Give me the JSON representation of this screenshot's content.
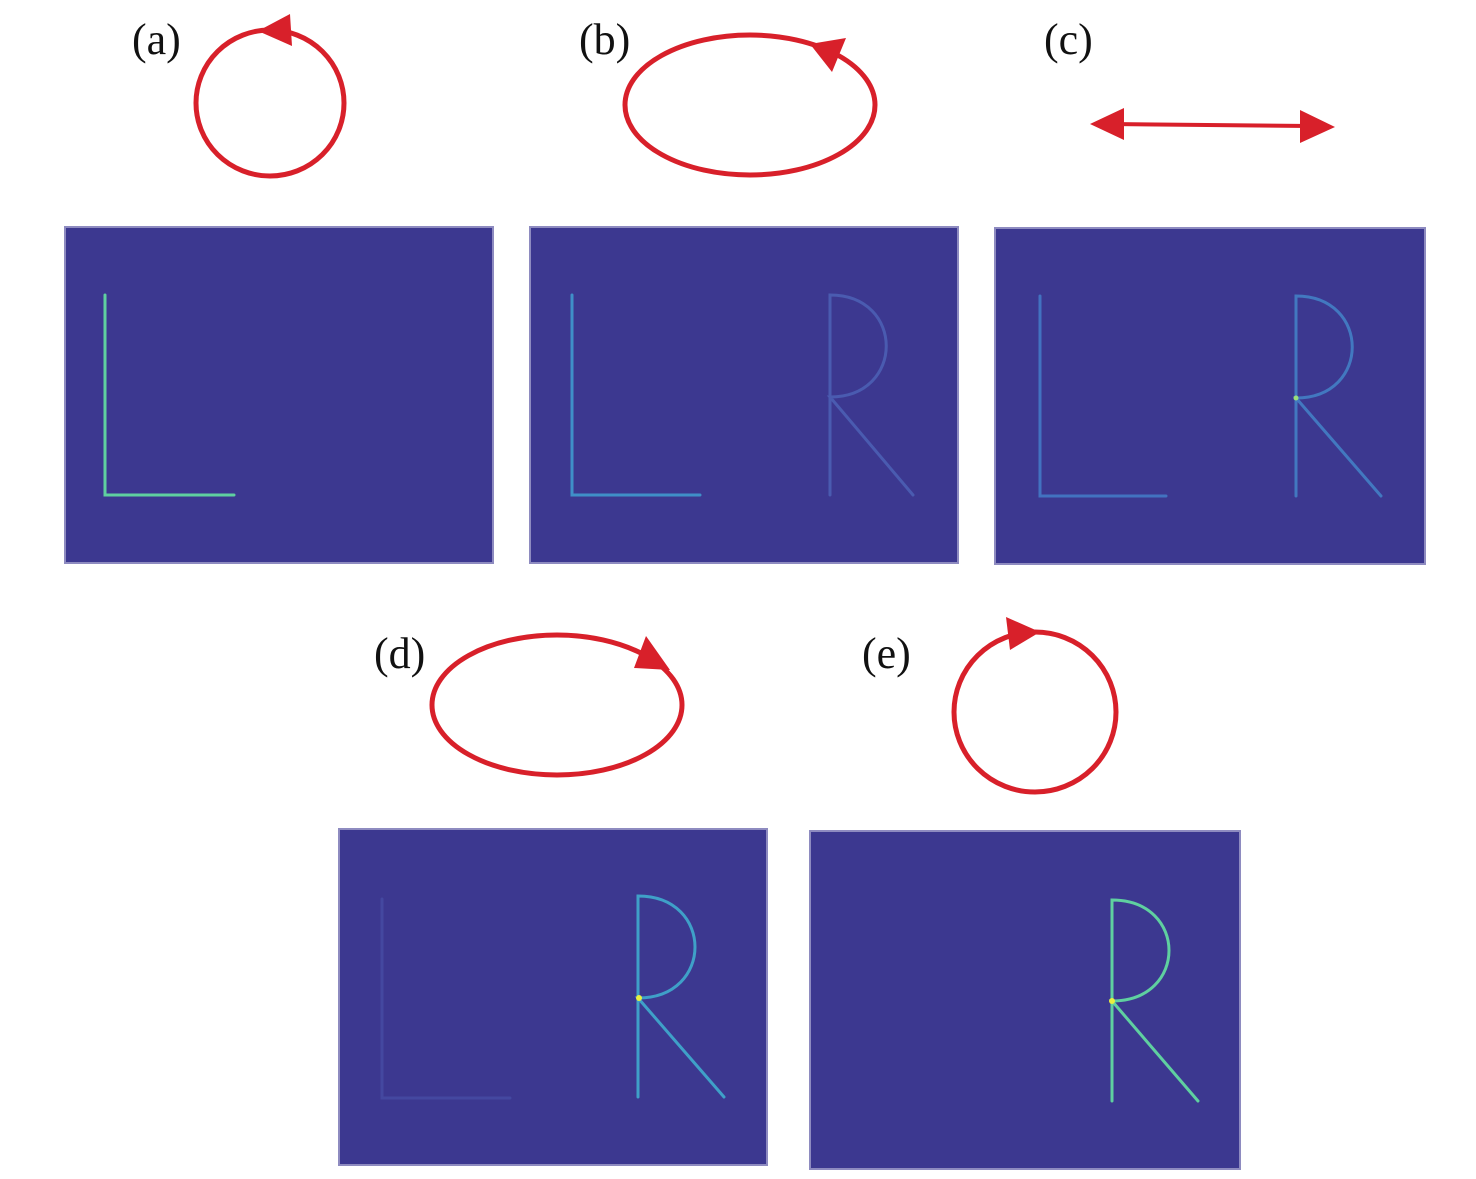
{
  "panels": [
    {
      "label": "(a)",
      "polarization": "circular"
    },
    {
      "label": "(b)",
      "polarization": "elliptical"
    },
    {
      "label": "(c)",
      "polarization": "linear"
    },
    {
      "label": "(d)",
      "polarization": "elliptical"
    },
    {
      "label": "(e)",
      "polarization": "circular"
    }
  ],
  "colors": {
    "background": "#3c3890",
    "polarization": "#d8202a",
    "bright": "#5fd0a0",
    "mid": "#3f8fc8",
    "dim": "#4a5bb0",
    "hotspot": "#e8f040"
  }
}
